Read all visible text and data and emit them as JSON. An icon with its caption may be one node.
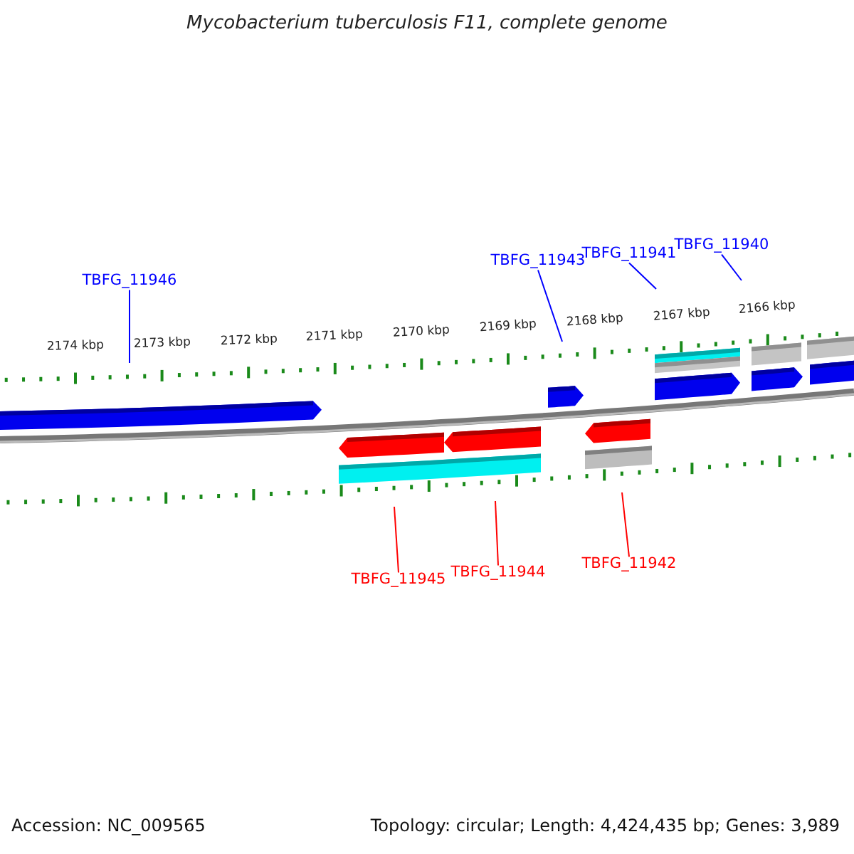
{
  "diagram": {
    "title": "Mycobacterium tuberculosis F11, complete genome",
    "nodes": [
      {
        "text": [
          "TBFG_11946"
        ]
      },
      {
        "text": [
          "TBFG_11943"
        ]
      },
      {
        "text": [
          "TBFG_11941"
        ]
      },
      {
        "text": [
          "TBFG_11940"
        ]
      },
      {
        "text": [
          "TBFG_11945"
        ]
      },
      {
        "text": [
          "TBFG_11944"
        ]
      },
      {
        "text": [
          "TBFG_11942"
        ]
      }
    ],
    "edges": [
      {
        "from": 0,
        "to": null,
        "arrow": "none"
      },
      {
        "from": 1,
        "to": null,
        "arrow": "none"
      },
      {
        "from": 2,
        "to": null,
        "arrow": "none"
      },
      {
        "from": 3,
        "to": null,
        "arrow": "none"
      },
      {
        "from": 4,
        "to": null,
        "arrow": "none",
        "color": "#ff0000"
      },
      {
        "from": 5,
        "to": null,
        "arrow": "none",
        "color": "#ff0000"
      },
      {
        "from": 6,
        "to": null,
        "arrow": "none",
        "color": "#ff0000"
      }
    ],
    "labels": [
      "2174 kbp",
      "2173 kbp",
      "2172 kbp",
      "2171 kbp",
      "2170 kbp",
      "2169 kbp",
      "2168 kbp",
      "2167 kbp",
      "2166 kbp",
      "Accession: NC_009565",
      "Topology: circular; Length: 4,424,435 bp; Genes: 3,989"
    ]
  }
}
